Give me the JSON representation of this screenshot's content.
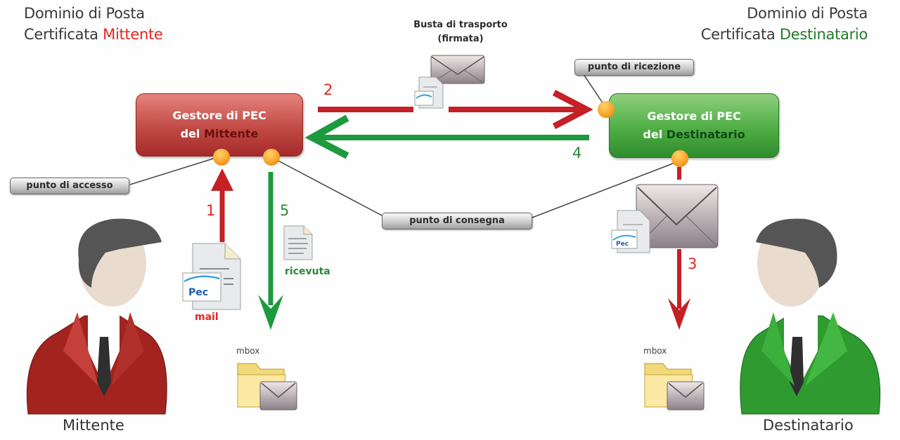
{
  "sender_domain": {
    "line1": "Dominio di Posta",
    "line2_prefix": "Certificata",
    "line2_highlight": "Mittente",
    "highlight_color": "#e52620"
  },
  "recipient_domain": {
    "line1": "Dominio di Posta",
    "line2_prefix": "Certificata",
    "line2_highlight": "Destinatario",
    "highlight_color": "#237a2e"
  },
  "sender_provider": {
    "line1": "Gestore di PEC",
    "line2_prefix": "del",
    "line2_highlight": "Mittente"
  },
  "recipient_provider": {
    "line1": "Gestore di PEC",
    "line2_prefix": "del",
    "line2_highlight": "Destinatario"
  },
  "transport_envelope": {
    "line1": "Busta di trasporto",
    "line2": "(firmata)"
  },
  "points": {
    "access": "punto di accesso",
    "reception": "punto di ricezione",
    "delivery": "punto di consegna"
  },
  "steps": [
    {
      "number": "1",
      "color": "#c42026",
      "from": "Mittente",
      "to": "Gestore di PEC del Mittente"
    },
    {
      "number": "2",
      "color": "#c42026",
      "from": "Gestore di PEC del Mittente",
      "to": "Gestore di PEC del Destinatario"
    },
    {
      "number": "3",
      "color": "#c42026",
      "from": "Gestore di PEC del Destinatario",
      "to": "mbox Destinatario"
    },
    {
      "number": "4",
      "color": "#1e9a3e",
      "from": "Gestore di PEC del Destinatario",
      "to": "Gestore di PEC del Mittente"
    },
    {
      "number": "5",
      "color": "#1e9a3e",
      "from": "Gestore di PEC del Mittente",
      "to": "mbox Mittente"
    }
  ],
  "captions": {
    "mail": "mail",
    "receipt": "ricevuta",
    "mbox_sender": "mbox",
    "mbox_recipient": "mbox"
  },
  "people": {
    "sender": {
      "label": "Mittente",
      "suit_color": "#a3231f"
    },
    "recipient": {
      "label": "Destinatario",
      "suit_color": "#2f9a2f"
    }
  },
  "icon_badge": "Pec"
}
